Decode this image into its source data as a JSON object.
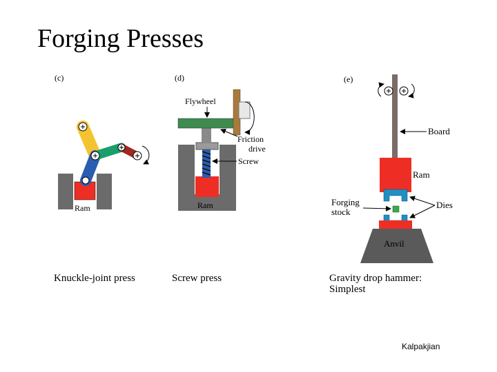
{
  "title": "Forging Presses",
  "panels": [
    {
      "letter": "(c)",
      "labels": {
        "ram": "Ram"
      },
      "caption": "Knuckle-joint press"
    },
    {
      "letter": "(d)",
      "labels": {
        "flywheel": "Flywheel",
        "friction": "Friction",
        "drive": "drive",
        "screw": "Screw",
        "ram": "Ram"
      },
      "caption": "Screw press"
    },
    {
      "letter": "(e)",
      "labels": {
        "board": "Board",
        "ram": "Ram",
        "forging": "Forging",
        "stock": "stock",
        "dies": "Dies",
        "anvil": "Anvil"
      },
      "caption_line1": "Gravity drop hammer:",
      "caption_line2": "Simplest"
    }
  ],
  "credit": "Kalpakjian",
  "colors": {
    "ram": "#ee2e24",
    "frame": "#6b6b6b",
    "arm_yellow": "#f4c430",
    "arm_green": "#1a9e6a",
    "arm_blue": "#2a5db0",
    "arm_red": "#a0281e",
    "flywheel": "#3f8a4e",
    "anvil": "#5a5a5a",
    "dies": "#1f8fc4",
    "stock": "#3aa84a"
  }
}
